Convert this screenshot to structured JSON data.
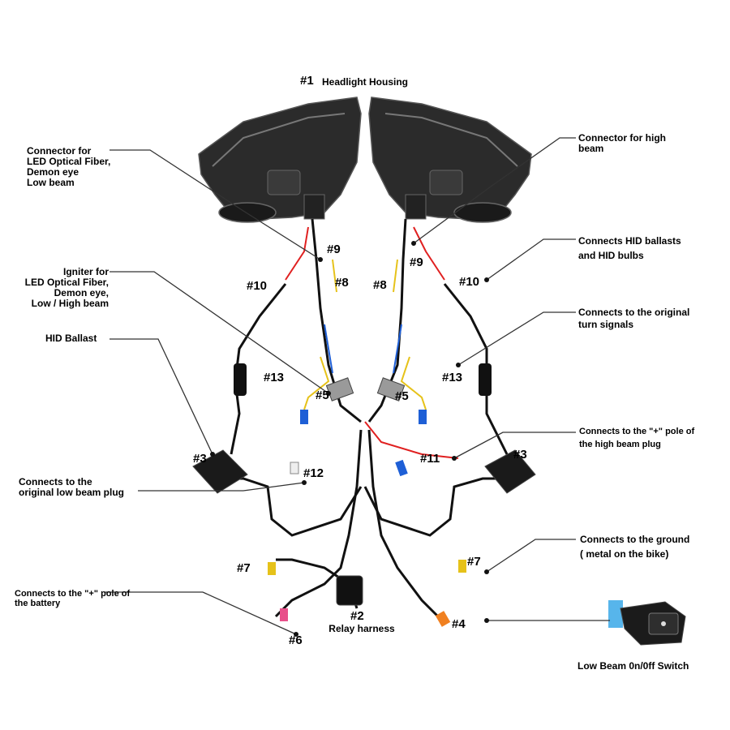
{
  "title": {
    "number": "#1",
    "text": "Headlight Housing"
  },
  "callouts": {
    "connector_low": "Connector for\nLED Optical Fiber,\nDemon eye\nLow beam",
    "connector_high": "Connector for high\nbeam",
    "hid_connect": "Connects HID ballasts\nand HID bulbs",
    "igniter": "Igniter for\nLED Optical Fiber,\nDemon eye,\nLow / High beam",
    "turn_signals": "Connects to the original\nturn signals",
    "hid_ballast": "HID Ballast",
    "high_beam_plug": "Connects to the \"+\" pole of\nthe high beam plug",
    "low_beam_plug": "Connects to the\noriginal low beam plug",
    "ground": "Connects to the ground\n( metal on the bike)",
    "battery": "Connects to the \"+\" pole of\nthe battery",
    "relay": "Relay harness",
    "switch": "Low Beam 0n/0ff Switch"
  },
  "numbers": {
    "n9": "#9",
    "n8": "#8",
    "n10": "#10",
    "n13": "#13",
    "n5": "#5",
    "n3": "#3",
    "n11": "#11",
    "n12": "#12",
    "n7": "#7",
    "n2": "#2",
    "n4": "#4",
    "n6": "#6"
  },
  "colors": {
    "housing": "#2b2b2b",
    "wire": "#111111",
    "red": "#e02020",
    "yellow": "#e6c21a",
    "blue": "#1e5fd6",
    "pink": "#e8508a",
    "orange": "#f08020",
    "switch_blue": "#3aa8e8"
  }
}
